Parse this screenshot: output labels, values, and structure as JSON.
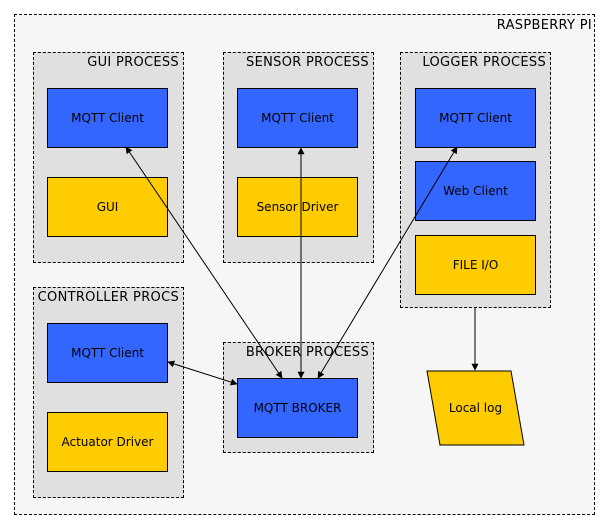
{
  "outer": {
    "title": "RASPBERRY PI"
  },
  "gui_process": {
    "title": "GUI PROCESS",
    "mqtt_client": "MQTT Client",
    "gui": "GUI"
  },
  "sensor_process": {
    "title": "SENSOR PROCESS",
    "mqtt_client": "MQTT Client",
    "sensor_driver": "Sensor Driver"
  },
  "logger_process": {
    "title": "LOGGER PROCESS",
    "mqtt_client": "MQTT Client",
    "web_client": "Web Client",
    "file_io": "FILE I/O"
  },
  "controller_process": {
    "title": "CONTROLLER PROCS",
    "mqtt_client": "MQTT Client",
    "actuator_driver": "Actuator Driver"
  },
  "broker_process": {
    "title": "BROKER PROCESS",
    "mqtt_broker": "MQTT BROKER"
  },
  "local_log": {
    "label": "Local log"
  },
  "colors": {
    "client_blue": "#3366ff",
    "component_yellow": "#ffcc00",
    "process_gray": "#e0e0e0"
  }
}
